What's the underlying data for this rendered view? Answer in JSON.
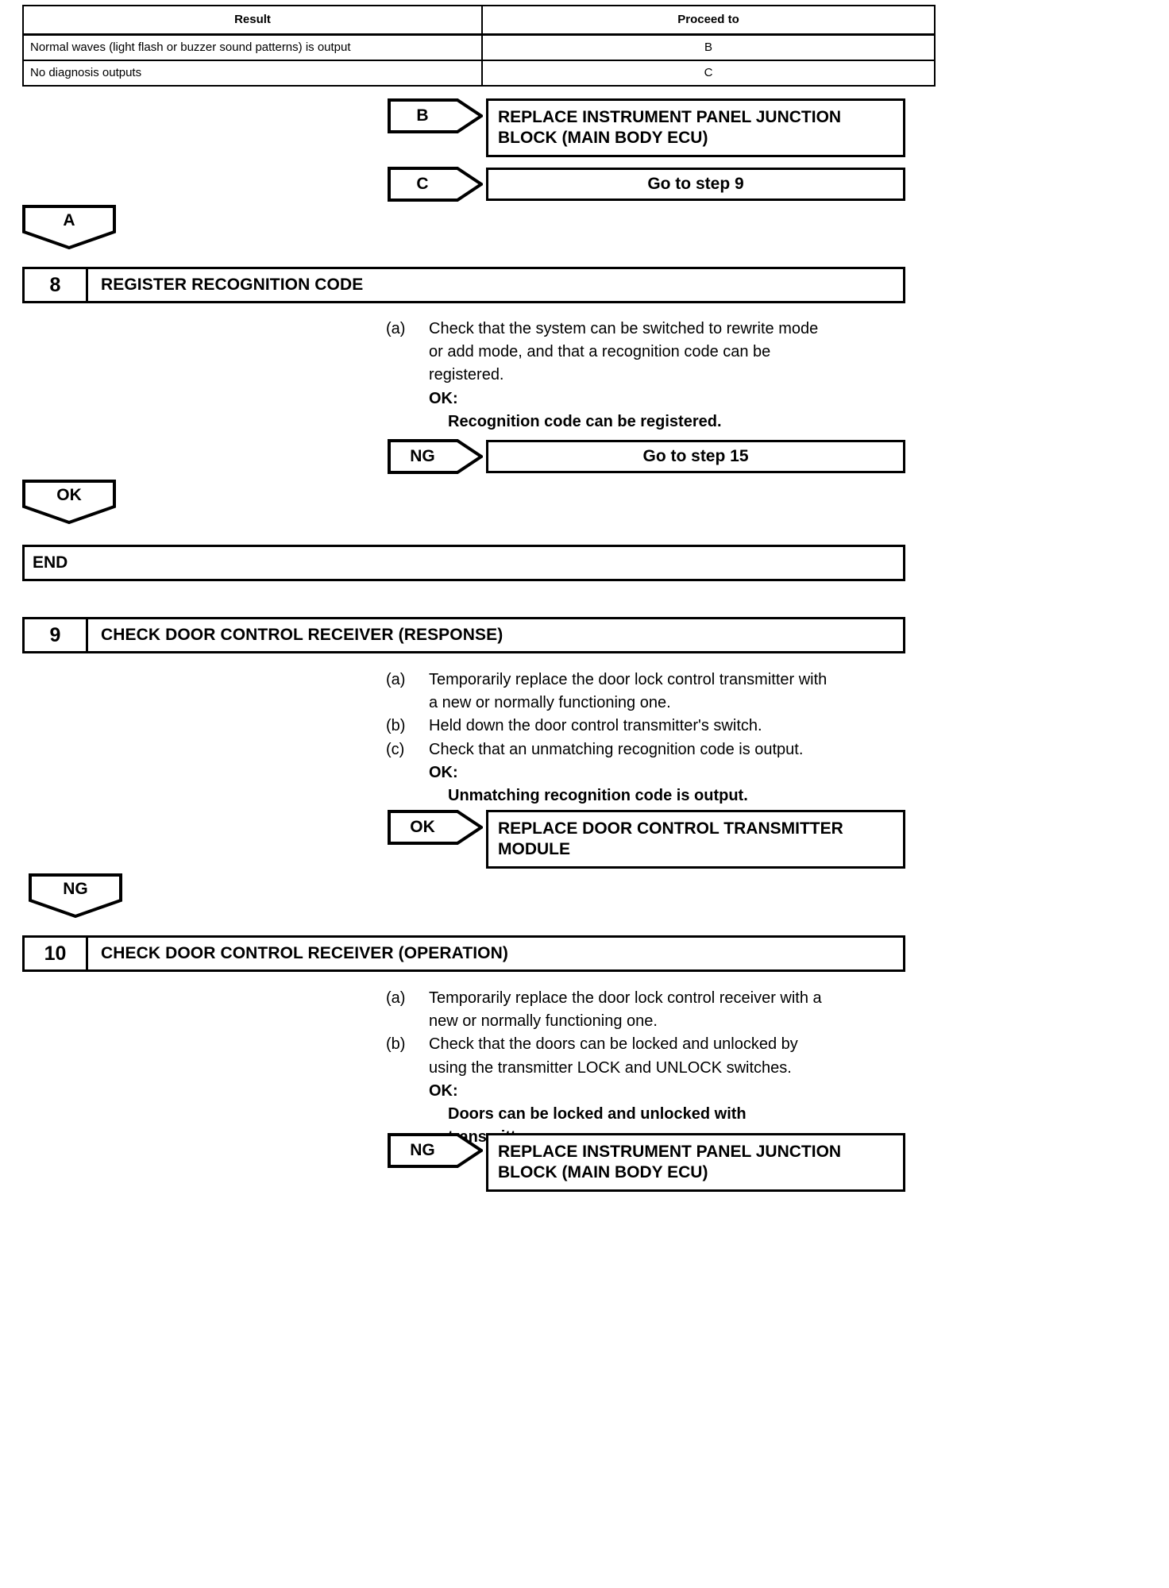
{
  "result_table": {
    "headers": [
      "Result",
      "Proceed to"
    ],
    "rows": [
      {
        "result": "Normal waves (light flash or buzzer sound patterns) is output",
        "proceed": "B"
      },
      {
        "result": "No diagnosis outputs",
        "proceed": "C"
      }
    ]
  },
  "branch_b": {
    "judgement": "B",
    "action_line1": "REPLACE INSTRUMENT PANEL JUNCTION",
    "action_line2": "BLOCK (MAIN BODY ECU)"
  },
  "branch_c": {
    "judgement": "C",
    "action": "Go to step 9"
  },
  "connector_a": {
    "label": "A"
  },
  "step8": {
    "number": "8",
    "title": "REGISTER RECOGNITION CODE",
    "items": [
      {
        "marker": "(a)",
        "lines": [
          "Check that the system can be switched to rewrite mode",
          "or add mode, and that a recognition code can be",
          "registered."
        ]
      }
    ],
    "ok_label": "OK:",
    "ok_value": "Recognition code can be registered.",
    "judgement": "NG",
    "action": "Go to step 15"
  },
  "connector_ok": {
    "label": "OK"
  },
  "end_box": {
    "label": "END"
  },
  "step9": {
    "number": "9",
    "title": "CHECK DOOR CONTROL RECEIVER (RESPONSE)",
    "items": [
      {
        "marker": "(a)",
        "lines": [
          "Temporarily replace the door lock control transmitter with",
          "a new or normally functioning one."
        ]
      },
      {
        "marker": "(b)",
        "lines": [
          "Held down the door control transmitter's switch."
        ]
      },
      {
        "marker": "(c)",
        "lines": [
          "Check that an unmatching recognition code is output."
        ]
      }
    ],
    "ok_label": "OK:",
    "ok_value": "Unmatching recognition code is output.",
    "judgement": "OK",
    "action_line1": "REPLACE DOOR CONTROL TRANSMITTER",
    "action_line2": "MODULE"
  },
  "connector_ng": {
    "label": "NG"
  },
  "step10": {
    "number": "10",
    "title": "CHECK DOOR CONTROL RECEIVER (OPERATION)",
    "items": [
      {
        "marker": "(a)",
        "lines": [
          "Temporarily replace the door lock control receiver with a",
          "new or normally functioning one."
        ]
      },
      {
        "marker": "(b)",
        "lines": [
          "Check that the doors can be locked and unlocked by",
          "using the transmitter LOCK and UNLOCK switches."
        ]
      }
    ],
    "ok_label": "OK:",
    "ok_value_line1": "Doors can be locked and unlocked with",
    "ok_value_line2": "transmitter.",
    "judgement": "NG",
    "action_line1": "REPLACE INSTRUMENT PANEL JUNCTION",
    "action_line2": "BLOCK (MAIN BODY ECU)"
  },
  "colors": {
    "ink": "#000000",
    "paper": "#ffffff"
  }
}
